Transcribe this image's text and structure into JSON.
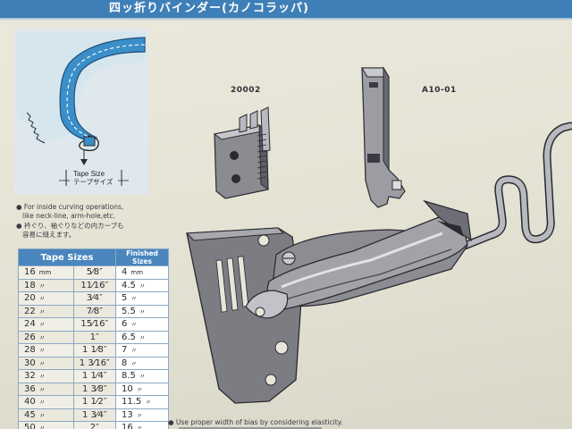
{
  "header": {
    "title": "四ッ折りバインダー(カノコラッパ)"
  },
  "diagram": {
    "tape_size_label_en": "Tape Size",
    "tape_size_label_jp": "テープサイズ"
  },
  "bullets": [
    "● For inside curving operations,",
    "like neck-line, arm-hole,etc.",
    "● 衿ぐり、袖ぐりなどの内カーブも",
    "容易に縫えます。"
  ],
  "table": {
    "headers": [
      "Tape Sizes",
      "Finished Sizes"
    ],
    "unit_mm": "mm",
    "ditto": "〃",
    "rows": [
      {
        "tape_mm": "16",
        "tape_in": "5⁄8″",
        "finished": "4"
      },
      {
        "tape_mm": "18",
        "tape_in": "11⁄16″",
        "finished": "4.5"
      },
      {
        "tape_mm": "20",
        "tape_in": "3⁄4″",
        "finished": "5"
      },
      {
        "tape_mm": "22",
        "tape_in": "7⁄8″",
        "finished": "5.5"
      },
      {
        "tape_mm": "24",
        "tape_in": "15⁄16″",
        "finished": "6"
      },
      {
        "tape_mm": "26",
        "tape_in": "1″",
        "finished": "6.5"
      },
      {
        "tape_mm": "28",
        "tape_in": "1 1⁄8″",
        "finished": "7"
      },
      {
        "tape_mm": "30",
        "tape_in": "1 3⁄16″",
        "finished": "8"
      },
      {
        "tape_mm": "32",
        "tape_in": "1 1⁄4″",
        "finished": "8.5"
      },
      {
        "tape_mm": "36",
        "tape_in": "1 3⁄8″",
        "finished": "10"
      },
      {
        "tape_mm": "40",
        "tape_in": "1 1⁄2″",
        "finished": "11.5"
      },
      {
        "tape_mm": "45",
        "tape_in": "1 3⁄4″",
        "finished": "13"
      },
      {
        "tape_mm": "50",
        "tape_in": "2″",
        "finished": "16"
      }
    ]
  },
  "parts": {
    "feed_dog_label": "20002",
    "presser_foot_label": "A10-01"
  },
  "footnote": "● Use proper width of bias by considering elasticity.",
  "colors": {
    "header_blue": "#3f7fb7",
    "table_header_blue": "#4a86bd",
    "fabric_blue": "#3b8fc8",
    "paper": "#e6e4d6"
  }
}
